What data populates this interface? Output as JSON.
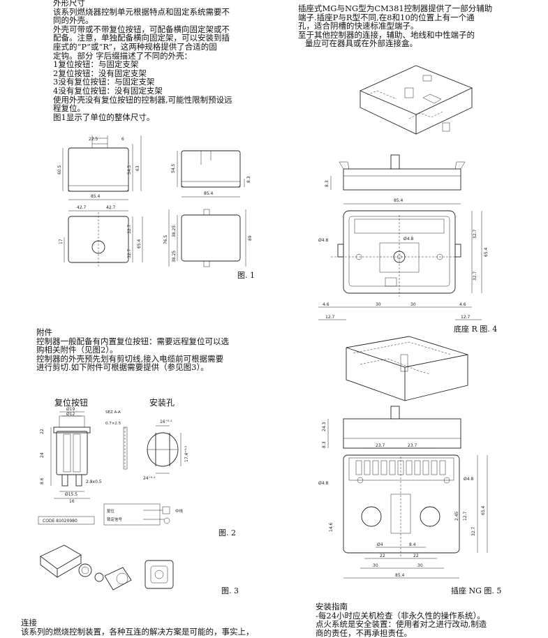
{
  "left_top_text": [
    "外形尺寸",
    "该系列燃烧器控制单元根据特点和固定系统需要不",
    "同的外壳。",
    "外壳可带或不带复位按钮，可配备横向固定架或不",
    "配备。注意，单独配备横向固定架，可以安装到插",
    "座式的“P”或“R”，这两种规格提供了合适的固",
    "定钩。部分   字后缀描述了不同的外壳：",
    "1复位按钮：与固定支架",
    "2复位按钮：没有固定支架",
    "3没有复位按钮：与固定支架",
    "4没有复位按钮：没有固定支架",
    "使用外壳没有复位按钮的控制器,可能性限制预设远",
    "程复位。",
    "图1显示了单位的整体尺寸。"
  ],
  "right_top_text": [
    "插座式MG与NG型为CM381控制器提供了一部分辅助",
    "端子.插座P与R型不同,在8和10的位置上有一个通",
    "孔，适合阴槽的快速标准型端子。",
    "至于其他控制器的连接，辅助、地线和中性端子的",
    "量应可在器具或在外部连接盒。"
  ],
  "accessory_text": [
    "附件",
    "控制器一般配备有内置复位按钮：需要远程复位可以选",
    "购相关附件（见图2）。",
    "控制器的外壳预先划有剪切线,接入电缆前可根据需要",
    "进行剪切.如下附件可根据需要提供（参见图3）。"
  ],
  "install_text": [
    "安装指南",
    "-每24小时应关机检查（非永久性的操作系统）。",
    "点火系统是安全装置：使用者对之进行改动,制造",
    "商的责任，不再承担责任。"
  ],
  "bottom_left_text": [
    "连接",
    "该系列的燃烧控制装置，各种互连的解决方案是可能的，事实上，"
  ],
  "captions": {
    "fig1": "图. 1",
    "fig2": "图. 2",
    "fig3": "图. 3",
    "fig4": "底座 R  图. 4",
    "fig5": "插座 NG    图. 5"
  },
  "fig2_labels": {
    "reset_button": "复位按钮",
    "mount_hole": "安装孔",
    "section": "SEZ A-A",
    "code": "CODE 81020980",
    "reset": "复位",
    "lock_signal": "锁定信号",
    "neutral": "中线"
  },
  "fig1_dims": {
    "d22_5": "22.5",
    "d6": "6",
    "d60_5": "60.5",
    "d54_5": "54.5",
    "d63": "63",
    "d85_4": "85.4",
    "d8_3": "8.3",
    "d42_7": "42.7",
    "d32_7": "32.7",
    "d65_4": "65.4",
    "d17": "17",
    "d76_5": "76.5",
    "d38_25": "38.25",
    "d89": "89"
  },
  "fig2_dims": {
    "d19": "Ø19",
    "d12": "Ø12",
    "d22": "22",
    "d24": "24",
    "d8_6": "8.6",
    "d2_8x0_5": "2.8x0.5",
    "d15_5": "Ø15.5",
    "d16": "16",
    "d0_7x2_5": "0.7×2.5",
    "d16p": "16⁺⁰·¹",
    "d17_4p": "17.4⁺⁰·¹",
    "d24p": "24⁺⁰·¹"
  },
  "fig4_dims": {
    "d8_3": "8.3",
    "d85_4": "85.4",
    "d4_8": "Ø4.8",
    "d32_7": "32.7",
    "d65_4": "65.4",
    "d4_6": "4.6",
    "d30": "30",
    "d12_7": "12.7"
  },
  "fig5_dims": {
    "d24_3": "24.3",
    "d8_3": "8.3",
    "d23_7": "23.7",
    "d4_8": "Ø4.8",
    "d14_6": "14.6",
    "d2_45": "2.45",
    "d12_7": "12.7",
    "d32_7": "32.7",
    "d65_4": "65.4",
    "d4": "Ø4",
    "d8_4": "8.4",
    "d22": "22",
    "d30": "30",
    "d85_4": "85.4"
  }
}
